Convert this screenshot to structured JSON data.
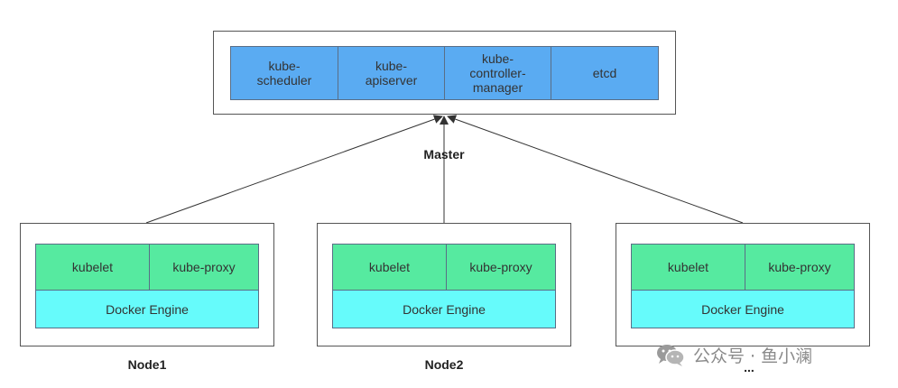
{
  "master": {
    "label": "Master",
    "components": [
      "kube-\nscheduler",
      "kube-\napiserver",
      "kube-\ncontroller-\nmanager",
      "etcd"
    ]
  },
  "nodes": [
    {
      "label": "Node1",
      "kubelet": "kubelet",
      "proxy": "kube-proxy",
      "engine": "Docker Engine"
    },
    {
      "label": "Node2",
      "kubelet": "kubelet",
      "proxy": "kube-proxy",
      "engine": "Docker Engine"
    },
    {
      "label": "...",
      "kubelet": "kubelet",
      "proxy": "kube-proxy",
      "engine": "Docker Engine"
    }
  ],
  "watermark": {
    "icon": "wechat-icon",
    "text": "公众号 · 鱼小澜"
  },
  "colors": {
    "master_cell": "#5aabf2",
    "node_top": "#56eaa0",
    "node_engine": "#66fbfb"
  }
}
